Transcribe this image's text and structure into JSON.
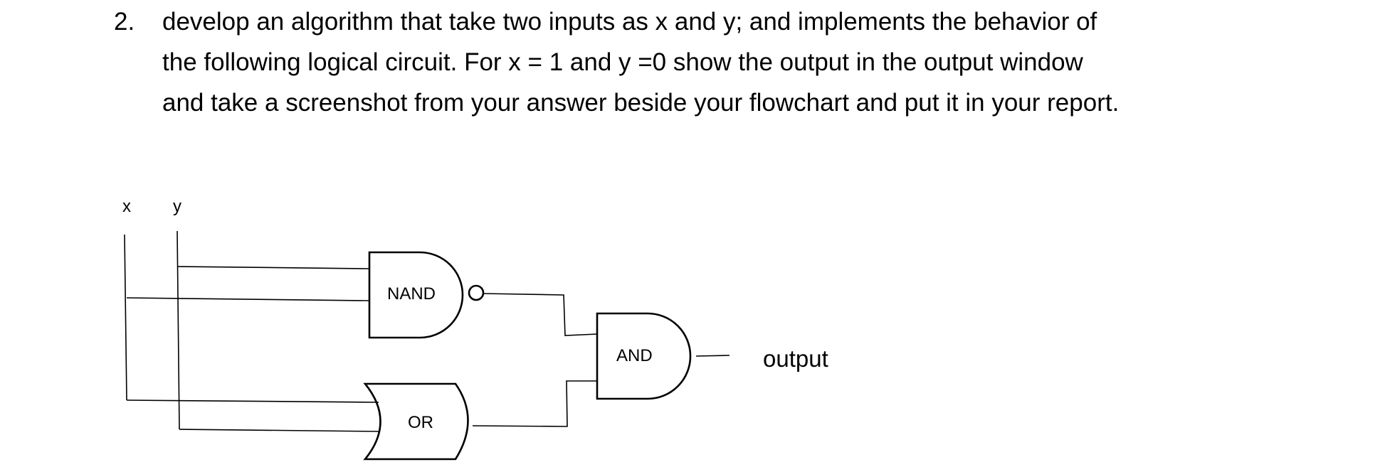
{
  "question": {
    "number": "2.",
    "lines": [
      "develop an algorithm that take two inputs as x and y; and implements the behavior of",
      "the following logical circuit. For x = 1 and y =0 show the output in the output window",
      "and take a screenshot from your answer beside your flowchart and put it in your report."
    ]
  },
  "circuit": {
    "input_x_label": "x",
    "input_y_label": "y",
    "nand_label": "NAND",
    "or_label": "OR",
    "and_label": "AND",
    "output_label": "output"
  }
}
